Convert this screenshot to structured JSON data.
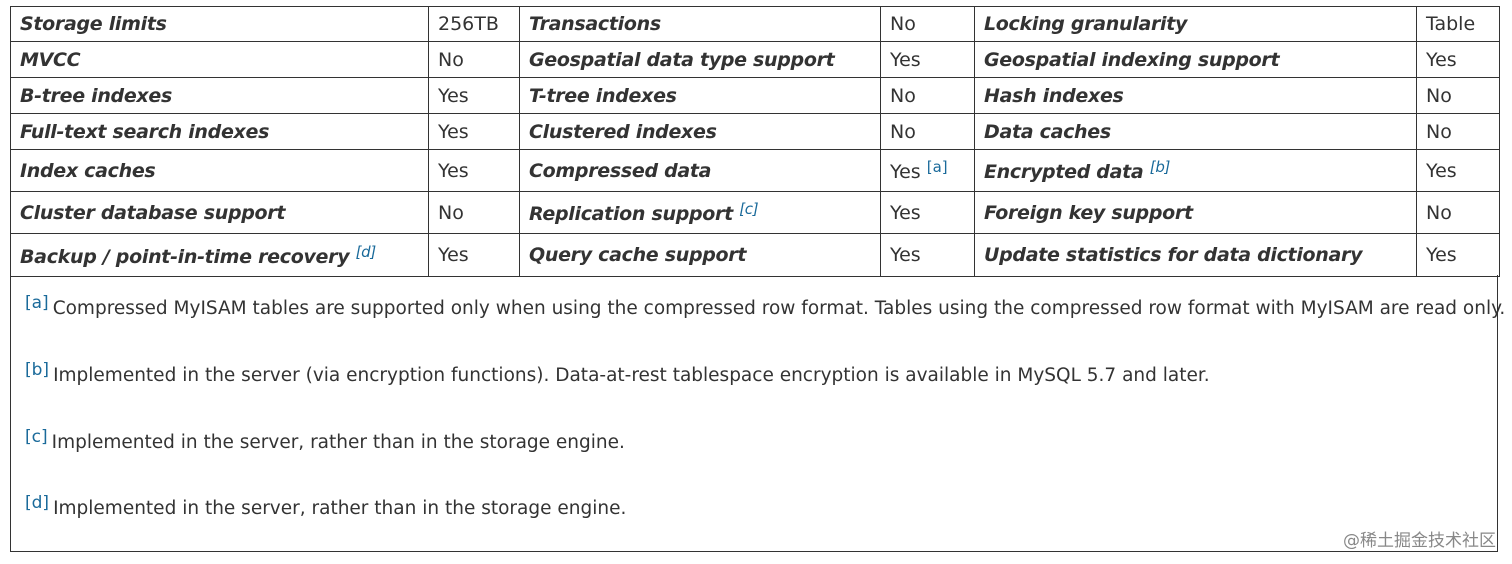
{
  "table": {
    "rows": [
      [
        {
          "k": "Storage limits",
          "v": "256TB"
        },
        {
          "k": "Transactions",
          "v": "No"
        },
        {
          "k": "Locking granularity",
          "v": "Table"
        }
      ],
      [
        {
          "k": "MVCC",
          "v": "No"
        },
        {
          "k": "Geospatial data type support",
          "v": "Yes"
        },
        {
          "k": "Geospatial indexing support",
          "v": "Yes"
        }
      ],
      [
        {
          "k": "B-tree indexes",
          "v": "Yes"
        },
        {
          "k": "T-tree indexes",
          "v": "No"
        },
        {
          "k": "Hash indexes",
          "v": "No"
        }
      ],
      [
        {
          "k": "Full-text search indexes",
          "v": "Yes"
        },
        {
          "k": "Clustered indexes",
          "v": "No"
        },
        {
          "k": "Data caches",
          "v": "No"
        }
      ],
      [
        {
          "k": "Index caches",
          "v": "Yes"
        },
        {
          "k": "Compressed data",
          "v": "Yes",
          "vnote": "[a]"
        },
        {
          "k": "Encrypted data",
          "knote": "[b]",
          "v": "Yes"
        }
      ],
      [
        {
          "k": "Cluster database support",
          "v": "No"
        },
        {
          "k": "Replication support",
          "knote": "[c]",
          "v": "Yes"
        },
        {
          "k": "Foreign key support",
          "v": "No"
        }
      ],
      [
        {
          "k": "Backup / point-in-time recovery",
          "knote": "[d]",
          "v": "Yes"
        },
        {
          "k": "Query cache support",
          "v": "Yes"
        },
        {
          "k": "Update statistics for data dictionary",
          "v": "Yes"
        }
      ]
    ]
  },
  "footnotes": [
    {
      "ref": "[a]",
      "text": "Compressed MyISAM tables are supported only when using the compressed row format. Tables using the compressed row format with MyISAM are read only."
    },
    {
      "ref": "[b]",
      "text": "Implemented in the server (via encryption functions). Data-at-rest tablespace encryption is available in MySQL 5.7 and later."
    },
    {
      "ref": "[c]",
      "text": "Implemented in the server, rather than in the storage engine."
    },
    {
      "ref": "[d]",
      "text": "Implemented in the server, rather than in the storage engine."
    }
  ],
  "watermark": "@稀土掘金技术社区",
  "colors": {
    "text": "#333333",
    "link": "#1a6a9a",
    "border": "#333333"
  }
}
